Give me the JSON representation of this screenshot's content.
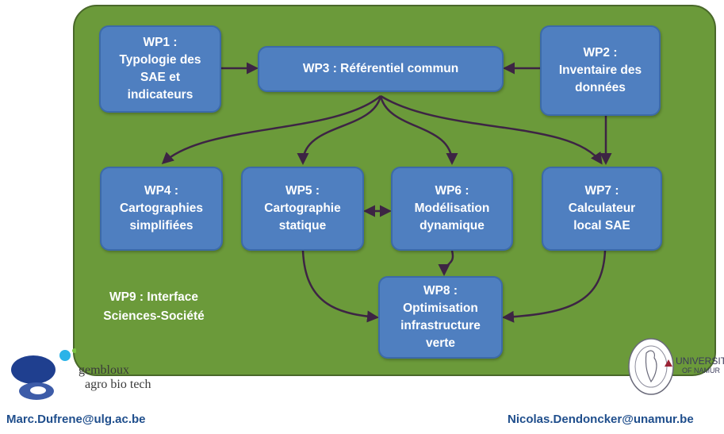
{
  "diagram": {
    "wp1": "WP1 :\nTypologie des\nSAE et\nindicateurs",
    "wp2": "WP2 :\nInventaire des\ndonnées",
    "wp3": "WP3 : Référentiel commun",
    "wp4": "WP4 :\nCartographies\nsimplifiées",
    "wp5": "WP5 :\nCartographie\nstatique",
    "wp6": "WP6 :\nModélisation\ndynamique",
    "wp7": "WP7 :\nCalculateur\nlocal SAE",
    "wp8": "WP8 :\nOptimisation\ninfrastructure\nverte",
    "wp9": "WP9 : Interface\nSciences-Société"
  },
  "colors": {
    "panel": "#6b9a3a",
    "box": "#4f7fc0",
    "arrow": "#3d2444",
    "email": "#1f4e8c"
  },
  "logos": {
    "gembloux_line1": "gembloux",
    "gembloux_line2": "agro bio tech",
    "unamur_line1": "UNIVERSITY",
    "unamur_line2": "OF NAMUR"
  },
  "contacts": {
    "left_email": "Marc.Dufrene@ulg.ac.be",
    "right_email": "Nicolas.Dendoncker@unamur.be"
  }
}
